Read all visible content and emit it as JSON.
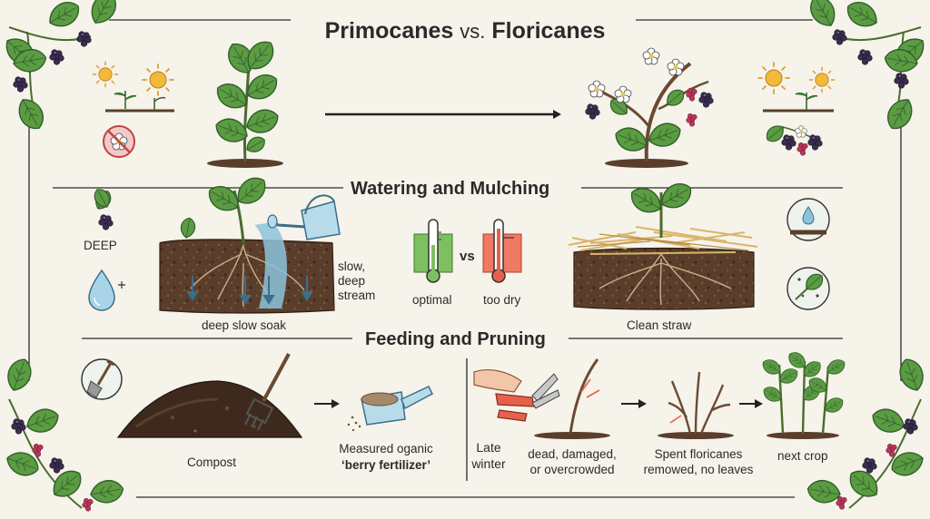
{
  "title": {
    "left": "Primocanes",
    "vs": "vs.",
    "right": "Floricanes"
  },
  "sections": {
    "watering": {
      "heading": "Watering and Mulching",
      "deep_label": "DEEP",
      "stream_label": "slow,\ndeep\nstream",
      "soak_label": "deep slow soak",
      "vs_label": "vs",
      "optimal_label": "optimal",
      "too_dry_label": "too dry",
      "straw_label": "Clean straw"
    },
    "feeding": {
      "heading": "Feeding and Pruning",
      "compost_label": "Compost",
      "fertilizer_line1": "Measured oganic",
      "fertilizer_line2": "‘berry fertilizer’",
      "late_winter_label": "Late\nwinter",
      "dead_label": "dead, damaged,\nor overcrowded",
      "spent_label": "Spent floricanes\nremowed, no leaves",
      "next_crop_label": "next crop"
    }
  },
  "colors": {
    "background": "#f6f3ea",
    "leaf": "#4f8f3a",
    "leaf_dark": "#2f5f2a",
    "soil": "#5a3e2b",
    "water": "#8cc3dc",
    "berry": "#3b2d4f",
    "optimal": "#6fb34f",
    "too_dry": "#e6614c"
  },
  "icons": [
    "sun-icon",
    "no-flower-icon",
    "berry-icon",
    "water-drop-icon",
    "shovel-icon",
    "watering-can-icon",
    "thermometer-icon",
    "pruning-shears-icon",
    "garden-fork-icon",
    "scoop-icon",
    "arrow-icon"
  ]
}
